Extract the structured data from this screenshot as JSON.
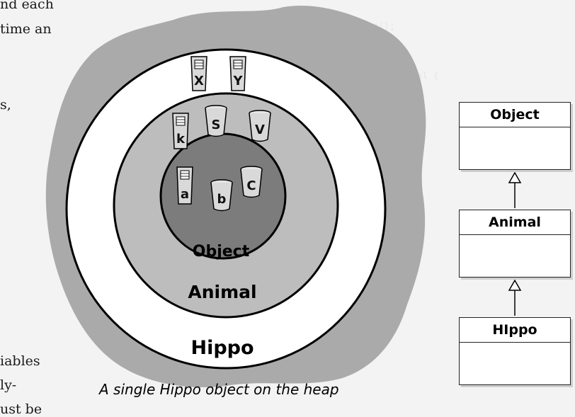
{
  "book_text": {
    "lines": [
      "nd each",
      "time an",
      "s,",
      "iables",
      "ly-",
      "ust be"
    ]
  },
  "diagram": {
    "rings": [
      {
        "label": "Hippo"
      },
      {
        "label": "Animal"
      },
      {
        "label": "Object"
      }
    ],
    "variables": [
      {
        "letter": "X",
        "kind": "remote"
      },
      {
        "letter": "Y",
        "kind": "remote"
      },
      {
        "letter": "k",
        "kind": "remote"
      },
      {
        "letter": "S",
        "kind": "cup"
      },
      {
        "letter": "V",
        "kind": "cup"
      },
      {
        "letter": "a",
        "kind": "remote"
      },
      {
        "letter": "b",
        "kind": "cup"
      },
      {
        "letter": "C",
        "kind": "cup"
      }
    ],
    "caption": "A single Hippo object on the heap"
  },
  "uml": {
    "classes": [
      {
        "name": "Object"
      },
      {
        "name": "Animal"
      },
      {
        "name": "HIppo"
      }
    ]
  },
  "colors": {
    "heap": "#aaaaaa",
    "ring_outer": "#ffffff",
    "ring_middle": "#bdbdbd",
    "ring_inner": "#7c7c7c"
  }
}
